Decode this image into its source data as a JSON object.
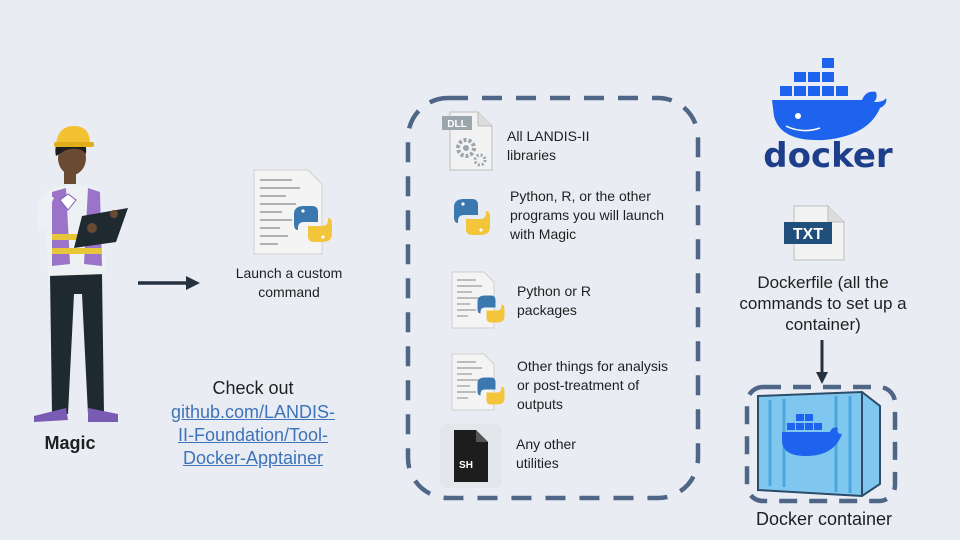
{
  "persona": {
    "name": "Magic"
  },
  "launch": {
    "label": "Launch a custom command"
  },
  "checkout": {
    "heading": "Check out",
    "link_line1": "github.com/LANDIS-",
    "link_line2": "II-Foundation/Tool-",
    "link_line3": "Docker-Apptainer"
  },
  "container_contents": [
    {
      "icon": "dll-file-icon",
      "text": "All LANDIS-II libraries",
      "icon_label": "DLL"
    },
    {
      "icon": "python-icon",
      "text": "Python, R, or the other programs you will launch with Magic"
    },
    {
      "icon": "python-script-icon",
      "text": "Python or R packages"
    },
    {
      "icon": "python-script-icon",
      "text": "Other things for analysis or post-treatment of outputs"
    },
    {
      "icon": "shell-script-icon",
      "text": "Any other utilities",
      "icon_label": "SH"
    }
  ],
  "docker": {
    "logo_text": "docker",
    "dockerfile_icon_label": "TXT",
    "dockerfile_text": "Dockerfile (all the commands to set up a container)",
    "container_label": "Docker container"
  },
  "colors": {
    "background": "#e9edf3",
    "dashed_border": "#4f6686",
    "docker_blue": "#1d63ed",
    "link": "#3d73b9"
  }
}
